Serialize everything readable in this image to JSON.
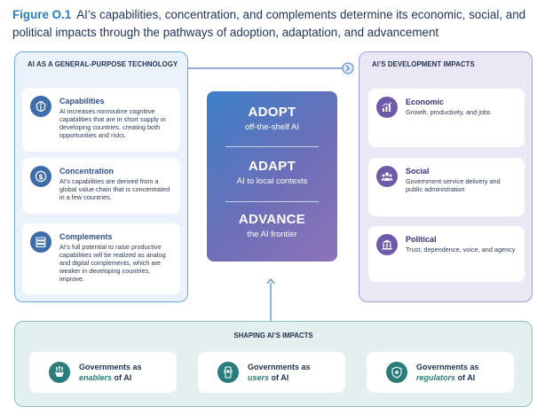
{
  "figure": {
    "label": "Figure O.1",
    "title": "AI’s capabilities, concentration, and complements determine its economic, social, and political impacts through the pathways of adoption, adaptation, and advancement"
  },
  "left_panel": {
    "heading": "AI AS A GENERAL-PURPOSE TECHNOLOGY",
    "items": [
      {
        "title": "Capabilities",
        "text": "AI increases nonroutine cognitive capabilities that are in short supply in developing countries, creating both opportunities and risks.",
        "icon": "brain-icon"
      },
      {
        "title": "Concentration",
        "text": "AI’s capabilities are derived from a global value chain that is concentrated in a few countries.",
        "icon": "dollar-coin-icon"
      },
      {
        "title": "Complements",
        "text": "AI’s full potential to raise productive capabilities will be realized as analog and digital complements, which are weaker in developing countries, improve.",
        "icon": "server-stack-icon"
      }
    ]
  },
  "center": {
    "stages": [
      {
        "heading": "ADOPT",
        "sub": "off-the-shelf AI"
      },
      {
        "heading": "ADAPT",
        "sub": "AI to local contexts"
      },
      {
        "heading": "ADVANCE",
        "sub": "the AI frontier"
      }
    ]
  },
  "right_panel": {
    "heading": "AI’S DEVELOPMENT IMPACTS",
    "items": [
      {
        "title": "Economic",
        "text": "Growth, productivity, and jobs",
        "icon": "bar-chart-icon"
      },
      {
        "title": "Social",
        "text": "Government service delivery and public administration",
        "icon": "people-group-icon"
      },
      {
        "title": "Political",
        "text": "Trust, dependence, voice, and agency",
        "icon": "government-building-icon"
      }
    ]
  },
  "bottom_panel": {
    "heading": "SHAPING AI’S IMPACTS",
    "items": [
      {
        "prefix": "Governments as",
        "role": "enablers",
        "suffix": "of AI",
        "icon": "circuit-hand-icon"
      },
      {
        "prefix": "Governments as",
        "role": "users",
        "suffix": "of AI",
        "icon": "phone-chip-icon"
      },
      {
        "prefix": "Governments as",
        "role": "regulators",
        "suffix": "of AI",
        "icon": "shield-gear-icon"
      }
    ]
  },
  "colors": {
    "title_blue": "#2a7ec0",
    "left_border": "#6fa9dc",
    "right_border": "#a79cd2",
    "bottom_border": "#8cc1bf",
    "left_icon": "#3f6da9",
    "right_icon": "#6e5aa8",
    "bottom_icon": "#2b7d7b"
  }
}
